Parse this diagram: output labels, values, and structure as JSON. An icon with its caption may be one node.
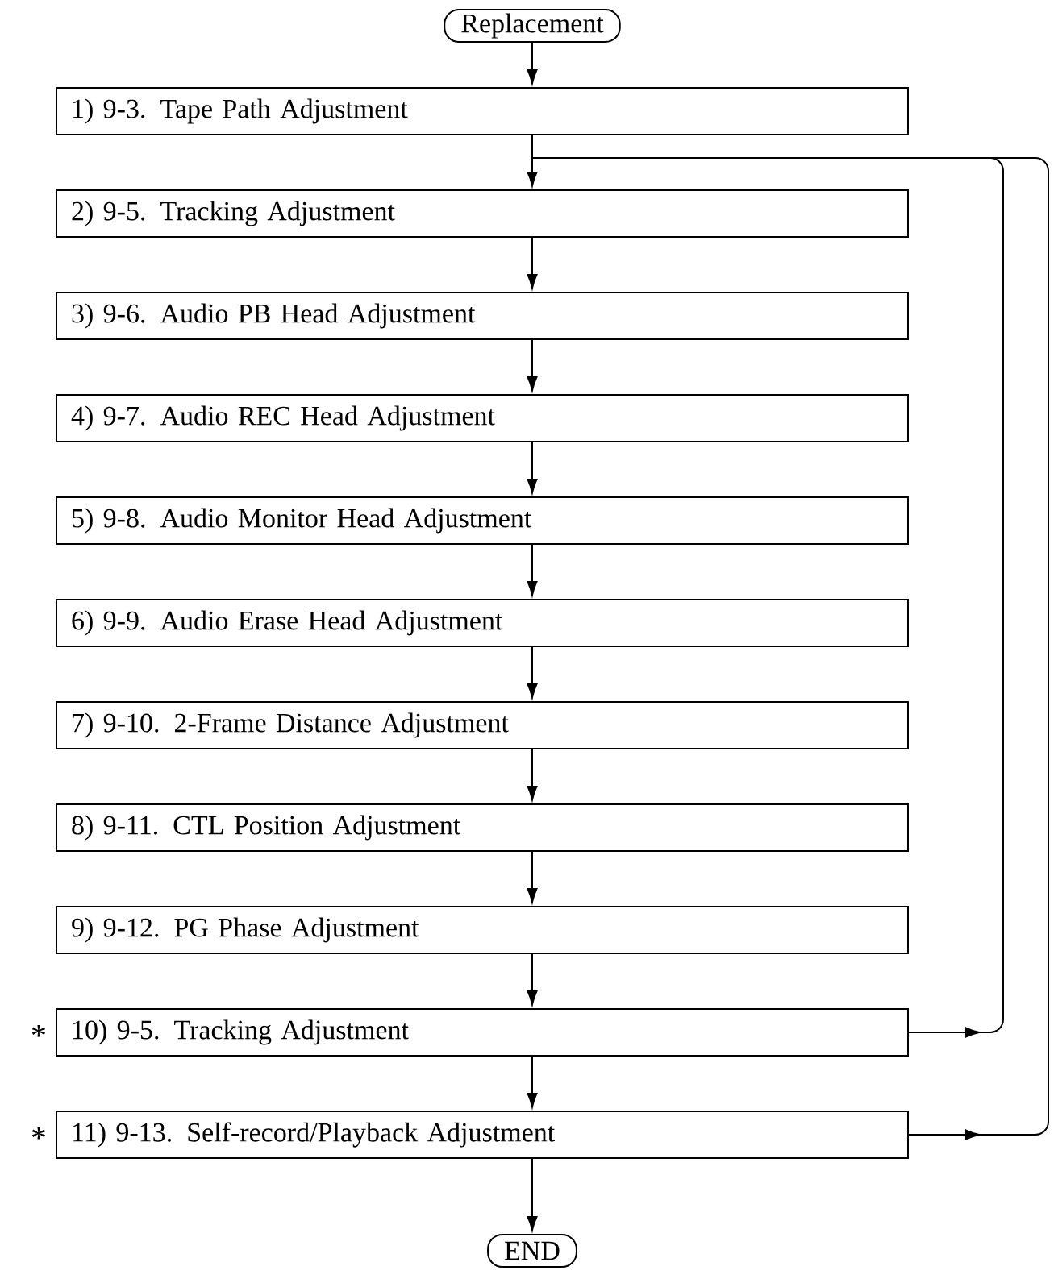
{
  "diagram": {
    "nodes": [
      {
        "text": [
          "Replacement"
        ]
      },
      {
        "text": [
          "1) 9-3. Tape Path Adjustment"
        ]
      },
      {
        "text": [
          "2) 9-5. Tracking Adjustment"
        ]
      },
      {
        "text": [
          "3) 9-6. Audio PB Head Adjustment"
        ]
      },
      {
        "text": [
          "4) 9-7. Audio REC Head Adjustment"
        ]
      },
      {
        "text": [
          "5) 9-8. Audio Monitor Head Adjustment"
        ]
      },
      {
        "text": [
          "6) 9-9. Audio Erase Head Adjustment"
        ]
      },
      {
        "text": [
          "7) 9-10. 2-Frame Distance Adjustment"
        ]
      },
      {
        "text": [
          "8) 9-11. CTL Position Adjustment"
        ]
      },
      {
        "text": [
          "9) 9-12. PG Phase Adjustment"
        ]
      },
      {
        "text": [
          "10) 9-5. Tracking Adjustment"
        ],
        "beside": [
          "*"
        ]
      },
      {
        "text": [
          "11) 9-13. Self-record/Playback Adjustment"
        ],
        "beside": [
          "*"
        ]
      },
      {
        "text": [
          "END"
        ]
      }
    ],
    "edges": [
      {
        "from": 0,
        "to": 1,
        "arrow": "to"
      },
      {
        "from": 1,
        "to": 2,
        "arrow": "to"
      },
      {
        "from": 2,
        "to": 3,
        "arrow": "to"
      },
      {
        "from": 3,
        "to": 4,
        "arrow": "to"
      },
      {
        "from": 4,
        "to": 5,
        "arrow": "to"
      },
      {
        "from": 5,
        "to": 6,
        "arrow": "to"
      },
      {
        "from": 6,
        "to": 7,
        "arrow": "to"
      },
      {
        "from": 7,
        "to": 8,
        "arrow": "to"
      },
      {
        "from": 8,
        "to": 9,
        "arrow": "to"
      },
      {
        "from": 9,
        "to": 10,
        "arrow": "to"
      },
      {
        "from": 10,
        "to": 11,
        "arrow": "to"
      },
      {
        "from": 11,
        "to": 12,
        "arrow": "to"
      },
      {
        "from": 10,
        "to": 2,
        "arrow": "to"
      },
      {
        "from": 11,
        "to": 2,
        "arrow": "to"
      }
    ]
  }
}
